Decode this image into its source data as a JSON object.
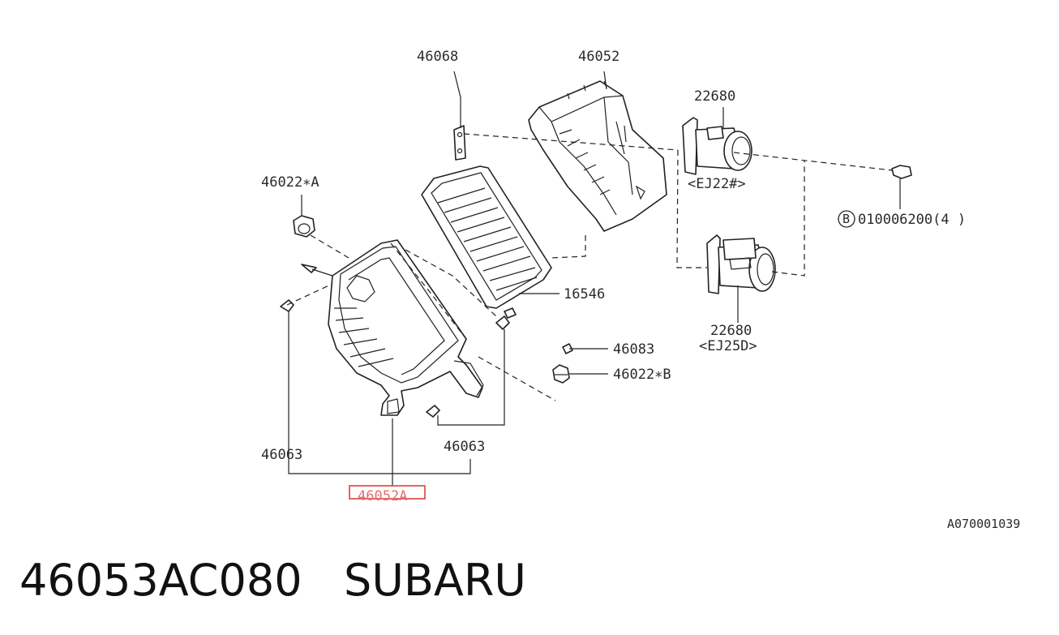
{
  "diagram": {
    "callouts": {
      "c46068": "46068",
      "c46052": "46052",
      "c22680_top": "22680",
      "c22680_top_variant": "<EJ22#>",
      "c46022A": "46022∗A",
      "c16546": "16546",
      "c22680_bottom": "22680",
      "c22680_bottom_variant": "<EJ25D>",
      "c46083": "46083",
      "c46022B": "46022∗B",
      "c46063_left": "46063",
      "c46063_right": "46063",
      "c46052A": "46052A",
      "c_bolt_circle": "B",
      "c_bolt": "010006200(4 )"
    },
    "figure_code": "A070001039",
    "highlight_color": "#e05555"
  },
  "caption": {
    "text": "46053AC080   SUBARU"
  }
}
